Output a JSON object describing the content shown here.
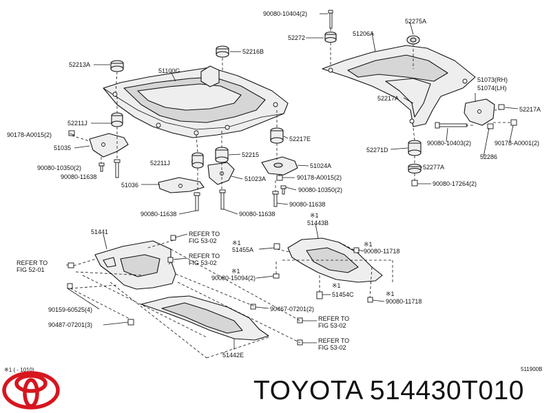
{
  "diagram": {
    "labels": {
      "l1": "90080-10404(2)",
      "l2": "52275A",
      "l3": "52272",
      "l4": "51206A",
      "l5": "52216B",
      "l6": "52213A",
      "l7": "51100G",
      "l8": "51073(RH)",
      "l9": "51074(LH)",
      "l10": "52217A",
      "l11": "52217A",
      "l12": "52211J",
      "l13": "90178-A0015(2)",
      "l14": "51035",
      "l15": "52217E",
      "l16": "90080-10403(2)",
      "l17": "90178-A0001(2)",
      "l18": "52215",
      "l19": "52271D",
      "l20": "52286",
      "l21": "90080-10350(2)",
      "l22": "52211J",
      "l23": "51024A",
      "l24": "90080-11638",
      "l25": "90178-A0015(2)",
      "l26": "52277A",
      "l27": "51036",
      "l28": "51023A",
      "l29": "90080-10350(2)",
      "l30": "90080-17264(2)",
      "l31": "90080-11638",
      "l32": "90080-11638",
      "l33": "90080-11638",
      "l34": "※1",
      "l35": "51443B",
      "l36": "51441",
      "l37": "REFER TO",
      "l38": "FIG 53-02",
      "l39": "※1",
      "l40": "51455A",
      "l41": "※1",
      "l42": "90080-11718",
      "l43": "REFER TO",
      "l44": "FIG 53-02",
      "l45": "REFER TO",
      "l46": "FIG 52-01",
      "l47": "※1",
      "l48": "90080-15094(2)",
      "l49": "※1",
      "l50": "51454C",
      "l51": "※1",
      "l52": "90080-11718",
      "l53": "90159-60525(4)",
      "l54": "90467-07201(2)",
      "l55": "90487-07201(3)",
      "l56": "REFER TO",
      "l57": "FIG 53-02",
      "l58": "REFER TO",
      "l59": "FIG 53-02",
      "l60": "51442E",
      "l61": "※1 (    - 1010)",
      "l62": "511900B"
    }
  },
  "footer": {
    "brand": "TOYOTA 514430T010",
    "logo_icon": "toyota-logo-icon",
    "logo_color": "#d7161e"
  }
}
